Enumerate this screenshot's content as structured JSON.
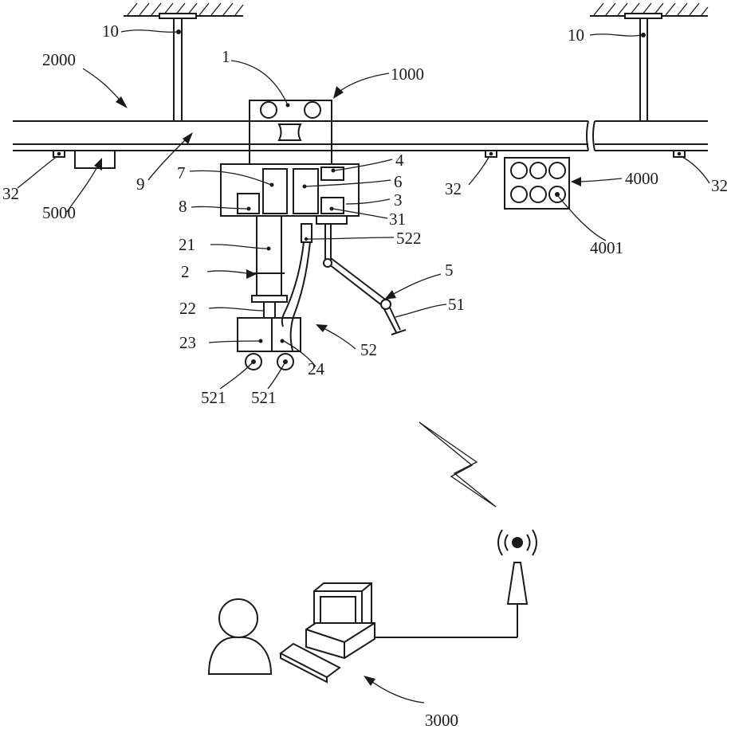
{
  "labels": {
    "l10a": "10",
    "l10b": "10",
    "l2000": "2000",
    "l1": "1",
    "l1000": "1000",
    "l32a": "32",
    "l32b": "32",
    "l32c": "32",
    "l5000": "5000",
    "l9": "9",
    "l7": "7",
    "l4": "4",
    "l6": "6",
    "l8": "8",
    "l3": "3",
    "l31": "31",
    "l4000": "4000",
    "l4001": "4001",
    "l21": "21",
    "l522": "522",
    "l2": "2",
    "l5": "5",
    "l22": "22",
    "l51": "51",
    "l23": "23",
    "l52": "52",
    "l24": "24",
    "l521a": "521",
    "l521b": "521",
    "l3000": "3000"
  },
  "colors": {
    "line": "#1a1a1a",
    "background": "#ffffff"
  }
}
